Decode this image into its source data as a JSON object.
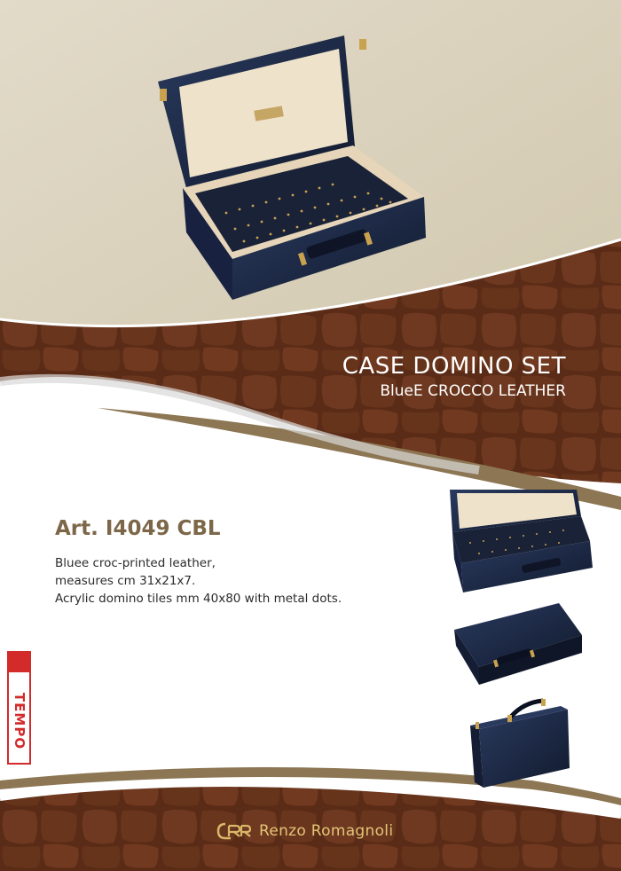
{
  "product": {
    "title": "CASE DOMINO SET",
    "subtitle": "BlueE CROCCO LEATHER",
    "art_code": "Art. I4049 CBL",
    "description": [
      "Bluee croc-printed leather,",
      "measures cm 31x21x7.",
      "Acrylic domino tiles mm 40x80 with metal dots."
    ]
  },
  "side_logo": {
    "text": "TEMPO"
  },
  "brand": {
    "name": "Renzo Romagnoli"
  },
  "colors": {
    "beige": "#ddd5c0",
    "leather_brown": "#5b2c17",
    "gold": "#8a7450",
    "navy_case": "#1e2a44",
    "art_code": "#7d6749"
  },
  "images": [
    {
      "name": "open-case-large"
    },
    {
      "name": "open-case-small"
    },
    {
      "name": "closed-case-top"
    },
    {
      "name": "closed-case-side"
    }
  ]
}
